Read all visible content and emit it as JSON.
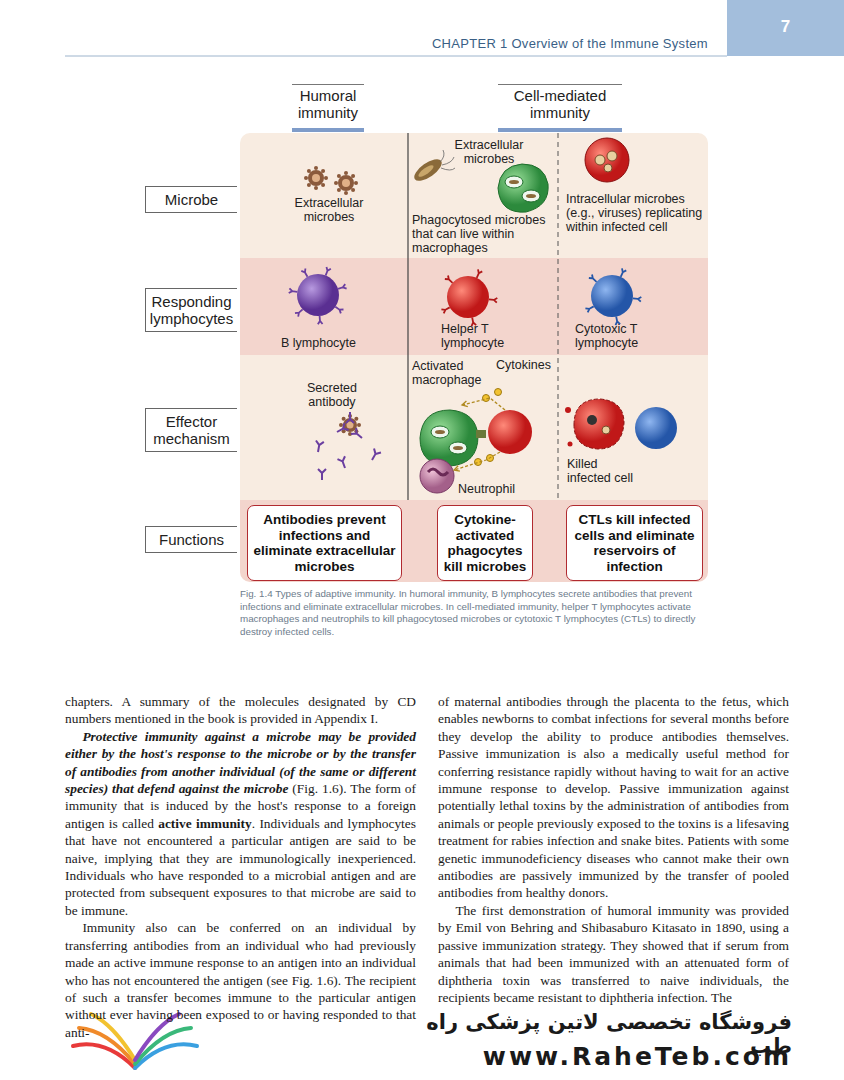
{
  "diagram": {
    "title": "CHAPTER 1 Overview of the Immune System",
    "caption": "Fig. 1.4 Types of adaptive immunity. In humoral immunity, B lymphocytes secrete antibodies that prevent infections and eliminate extracellular microbes. In cell-mediated immunity, helper T lymphocytes activate macrophages and neutrophils to kill phagocytosed microbes or cytotoxic T lymphocytes (CTLs) to directly destroy infected cells.",
    "nodes": [
      {
        "text": [
          "Humoral immunity"
        ]
      },
      {
        "text": [
          "Cell-mediated immunity"
        ]
      },
      {
        "text": [
          "Microbe"
        ]
      },
      {
        "text": [
          "Responding lymphocytes"
        ]
      },
      {
        "text": [
          "Effector mechanism"
        ]
      },
      {
        "text": [
          "Functions"
        ]
      },
      {
        "text": [
          "Antibodies prevent infections and eliminate extracellular microbes"
        ]
      },
      {
        "text": [
          "Cytokine-activated phagocytes kill microbes"
        ]
      },
      {
        "text": [
          "CTLs kill infected cells and eliminate reservoirs of infection"
        ]
      }
    ],
    "labels": [
      "7",
      "Extracellular microbes",
      "Extracellular microbes",
      "Phagocytosed microbes that can live within macrophages",
      "Intracellular microbes (e.g., viruses) replicating within infected cell",
      "B lymphocyte",
      "Helper T lymphocyte",
      "Cytotoxic T lymphocyte",
      "Secreted antibody",
      "Activated macrophage",
      "Cytokines",
      "Neutrophil",
      "Killed infected cell",
      "chapters. A summary of the molecules designated by CD numbers mentioned in the book is provided in Appendix I.",
      "Protective immunity against a microbe may be provided either by the host's response to the microbe or by the transfer of antibodies from another individual (of the same or different species) that defend against the microbe",
      " (Fig. 1.6). The form of immunity that is induced by the host's response to a foreign antigen is called ",
      "active immunity",
      ". Individuals and lymphocytes that have not encountered a particular antigen are said to be naive, implying that they are immunologically inexperienced. Individuals who have responded to a microbial antigen and are protected from subsequent exposures to that microbe are said to be immune.",
      "Immunity also can be conferred on an individual by transferring antibodies from an individual who had previously made an active immune response to an antigen into an individual who has not encountered the antigen (see Fig. 1.6). The recipient of such a transfer becomes immune to the particular antigen without ever having been exposed to or having responded to that anti-",
      "of maternal antibodies through the placenta to the fetus, which enables newborns to combat infections for several months before they develop the ability to produce antibodies themselves. Passive immunization is also a medically useful method for conferring resistance rapidly without having to wait for an active immune response to develop. Passive immunization against potentially lethal toxins by the administration of antibodies from animals or people previously exposed to the toxins is a lifesaving treatment for rabies infection and snake bites. Patients with some genetic immunodeficiency diseases who cannot make their own antibodies are passively immunized by the transfer of pooled antibodies from healthy donors.",
      "The first demonstration of humoral immunity was provided by Emil von Behring and Shibasaburo Kitasato in 1890, using a passive immunization strategy. They showed that if serum from animals that had been immunized with an attenuated form of diphtheria toxin was transferred to naive individuals, the recipients became resistant to diphtheria infection. The",
      "فروشگاه تخصصی لاتین پزشکی راه طب",
      "www.RaheTeb.com"
    ]
  }
}
